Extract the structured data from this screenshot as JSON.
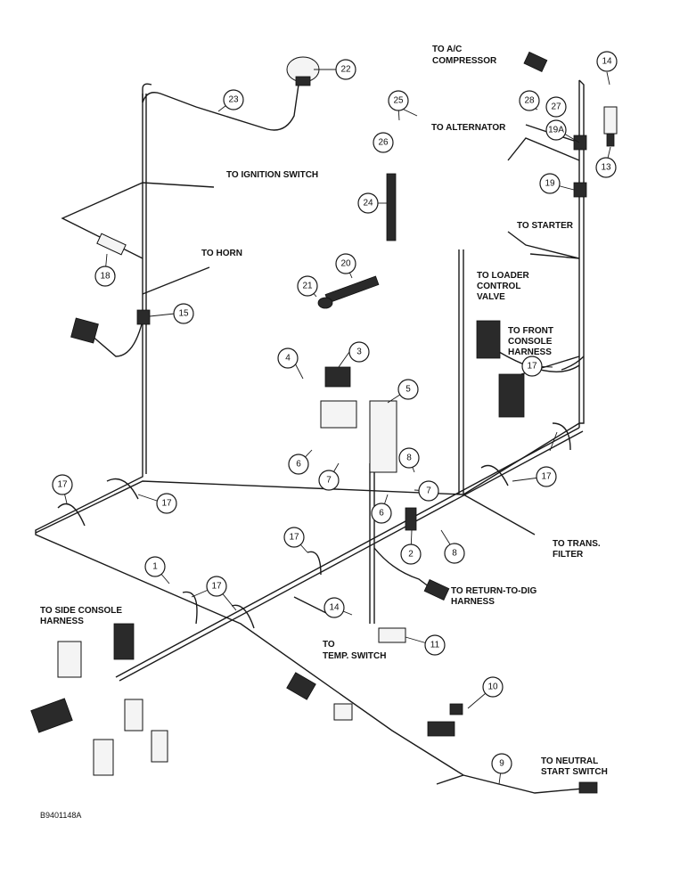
{
  "labels": {
    "ac_compressor": [
      "TO A/C",
      "COMPRESSOR"
    ],
    "alternator": [
      "TO ALTERNATOR"
    ],
    "ignition_switch": [
      "TO IGNITION SWITCH"
    ],
    "starter": [
      "TO STARTER"
    ],
    "horn": [
      "TO HORN"
    ],
    "loader_valve": [
      "TO LOADER",
      "CONTROL",
      "VALVE"
    ],
    "front_console": [
      "TO FRONT",
      "CONSOLE",
      "HARNESS"
    ],
    "trans_filter": [
      "TO TRANS.",
      "FILTER"
    ],
    "return_to_dig": [
      "TO RETURN-TO-DIG",
      "HARNESS"
    ],
    "side_console": [
      "TO SIDE CONSOLE",
      "HARNESS"
    ],
    "temp_switch": [
      "TO",
      "TEMP. SWITCH"
    ],
    "neutral_start": [
      "TO NEUTRAL",
      "START SWITCH"
    ]
  },
  "callouts": [
    "1",
    "2",
    "3",
    "4",
    "5",
    "6",
    "6",
    "7",
    "7",
    "8",
    "8",
    "9",
    "10",
    "11",
    "13",
    "14",
    "14",
    "15",
    "17",
    "17",
    "17",
    "17",
    "17",
    "17",
    "18",
    "19",
    "19A",
    "20",
    "21",
    "22",
    "23",
    "24",
    "25",
    "26",
    "27",
    "28"
  ],
  "document_code": "B9401148A"
}
